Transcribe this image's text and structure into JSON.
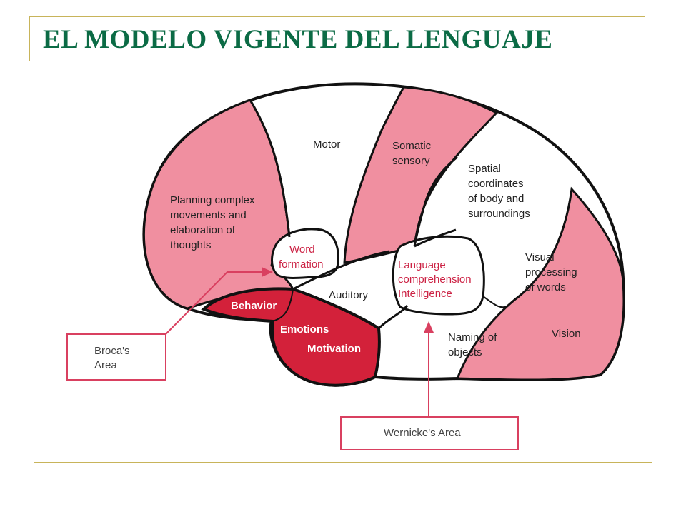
{
  "slide": {
    "title": "EL MODELO VIGENTE DEL LENGUAJE"
  },
  "diagram": {
    "regions": {
      "planning": [
        "Planning complex",
        "movements and",
        "elaboration of",
        "thoughts"
      ],
      "motor": "Motor",
      "somatic": [
        "Somatic",
        "sensory"
      ],
      "spatial": [
        "Spatial",
        "coordinates",
        "of body and",
        "surroundings"
      ],
      "word_formation": [
        "Word",
        "formation"
      ],
      "auditory": "Auditory",
      "language": [
        "Language",
        "comprehension",
        "Intelligence"
      ],
      "visual_processing": [
        "Visual",
        "processing",
        "of words"
      ],
      "naming": [
        "Naming of",
        "objects"
      ],
      "vision": "Vision",
      "behavior": "Behavior",
      "emotions": "Emotions",
      "motivation": "Motivation"
    },
    "callouts": {
      "broca": [
        "Broca's",
        "Area"
      ],
      "wernicke": "Wernicke's Area"
    },
    "colors": {
      "pink": "#f08fa0",
      "crimson": "#d3213a",
      "outline": "#111111",
      "callout": "#d94060"
    }
  }
}
